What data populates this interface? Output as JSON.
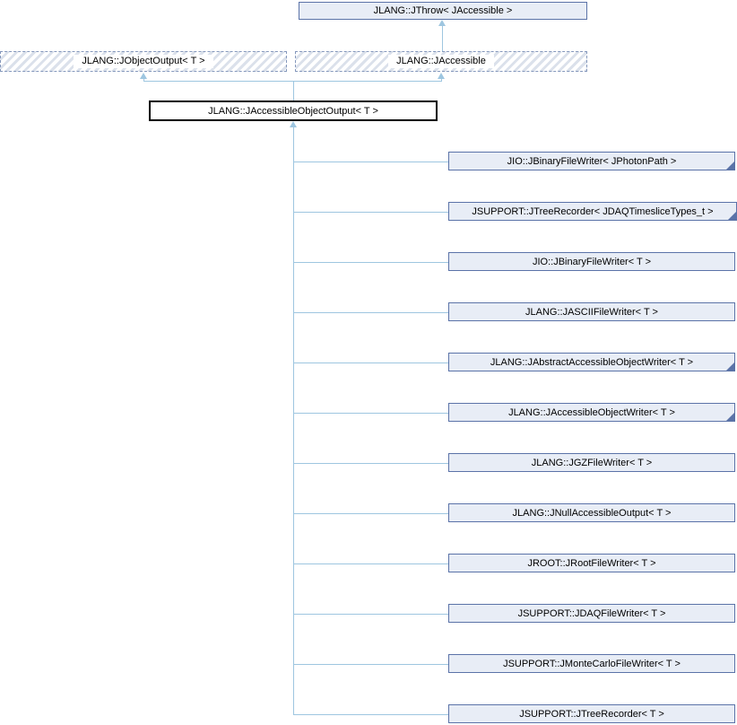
{
  "diagram": {
    "type": "class-inheritance-diagram",
    "base": {
      "label": "JLANG::JThrow< JAccessible >"
    },
    "parents": [
      {
        "label": "JLANG::JObjectOutput< T >",
        "style": "hatched"
      },
      {
        "label": "JLANG::JAccessible",
        "style": "hatched"
      }
    ],
    "subject": {
      "label": "JLANG::JAccessibleObjectOutput< T >"
    },
    "children": [
      {
        "label": "JIO::JBinaryFileWriter< JPhotonPath >",
        "fold": true
      },
      {
        "label": "JSUPPORT::JTreeRecorder< JDAQTimesliceTypes_t >",
        "fold": true
      },
      {
        "label": "JIO::JBinaryFileWriter< T >",
        "fold": false
      },
      {
        "label": "JLANG::JASCIIFileWriter< T >",
        "fold": false
      },
      {
        "label": "JLANG::JAbstractAccessibleObjectWriter< T >",
        "fold": true
      },
      {
        "label": "JLANG::JAccessibleObjectWriter< T >",
        "fold": true
      },
      {
        "label": "JLANG::JGZFileWriter< T >",
        "fold": false
      },
      {
        "label": "JLANG::JNullAccessibleOutput< T >",
        "fold": false
      },
      {
        "label": "JROOT::JRootFileWriter< T >",
        "fold": false
      },
      {
        "label": "JSUPPORT::JDAQFileWriter< T >",
        "fold": false
      },
      {
        "label": "JSUPPORT::JMonteCarloFileWriter< T >",
        "fold": false
      },
      {
        "label": "JSUPPORT::JTreeRecorder< T >",
        "fold": false
      }
    ],
    "colors": {
      "node_bg": "#e8edf6",
      "node_border": "#5b73a8",
      "dashed_border": "#8598bc",
      "hatch_stripe": "#dbe1eb",
      "line": "#9ec6e0",
      "subject_border": "#000000",
      "text": "#000000"
    }
  }
}
